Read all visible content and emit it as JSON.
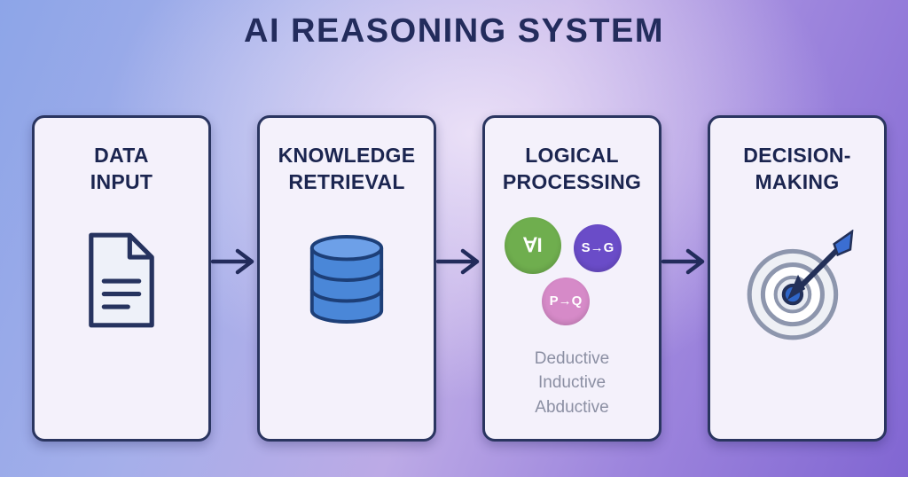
{
  "title": "AI REASONING SYSTEM",
  "cards": [
    {
      "line1": "DATA",
      "line2": "INPUT",
      "icon": "document-icon"
    },
    {
      "line1": "KNOWLEDGE",
      "line2": "RETRIEVAL",
      "icon": "database-icon"
    },
    {
      "line1": "LOGICAL",
      "line2": "PROCESSING",
      "icon": "logic-symbols",
      "symbols": [
        {
          "label": "∀I",
          "color": "#6fae4e"
        },
        {
          "label": "S→G",
          "color": "#6a4cc8"
        },
        {
          "label": "P→Q",
          "color": "#d68ac8"
        }
      ],
      "reasoning_types": [
        "Deductive",
        "Inductive",
        "Abductive"
      ]
    },
    {
      "line1": "DECISION-",
      "line2": "MAKING",
      "icon": "target-icon"
    }
  ],
  "colors": {
    "title_text": "#232c5c",
    "card_background": "#f4f1fb",
    "card_border": "#2a3560",
    "arrow": "#232c5c",
    "icon_outline": "#26335f",
    "database_blue": "#4a87d8",
    "database_top_blue": "#6da0e8",
    "target_ring_gray": "#8d96ad",
    "target_center_blue": "#2f66c8",
    "dart_feather_blue": "#3b6ed2",
    "list_text": "#8b8fa3",
    "symbol_green": "#6fae4e",
    "symbol_purple": "#6a4cc8",
    "symbol_pink": "#d68ac8"
  }
}
